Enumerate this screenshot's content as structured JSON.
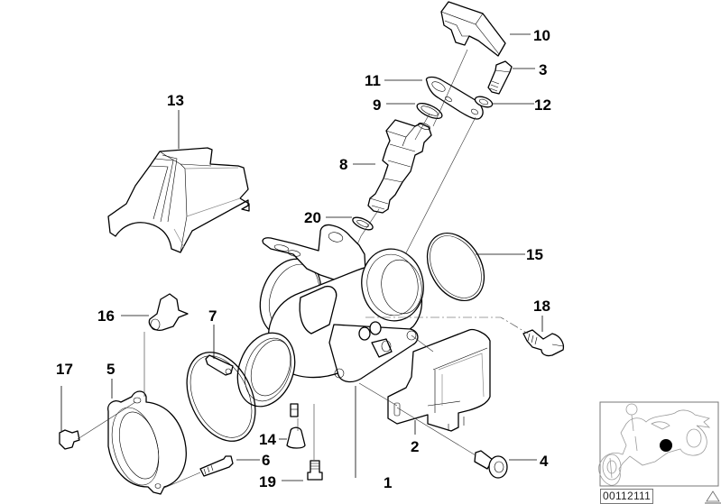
{
  "diagram": {
    "title": "Throttle body / intake parts diagram",
    "image_code": "00112111",
    "callouts": [
      {
        "id": "1",
        "part": "throttle-housing"
      },
      {
        "id": "2",
        "part": "throttle-position-sensor"
      },
      {
        "id": "3",
        "part": "screw"
      },
      {
        "id": "4",
        "part": "collar-screw"
      },
      {
        "id": "5",
        "part": "intake-rubber-connector"
      },
      {
        "id": "6",
        "part": "cylinder-head-screw"
      },
      {
        "id": "7",
        "part": "hose-clamp"
      },
      {
        "id": "8",
        "part": "injection-valve"
      },
      {
        "id": "9",
        "part": "o-ring"
      },
      {
        "id": "10",
        "part": "injector-cap"
      },
      {
        "id": "11",
        "part": "holder-plate"
      },
      {
        "id": "12",
        "part": "washer"
      },
      {
        "id": "13",
        "part": "cover"
      },
      {
        "id": "14",
        "part": "protective-cap"
      },
      {
        "id": "15",
        "part": "o-ring-large"
      },
      {
        "id": "16",
        "part": "hose-connector"
      },
      {
        "id": "17",
        "part": "plug"
      },
      {
        "id": "18",
        "part": "idle-adjusting-screw"
      },
      {
        "id": "19",
        "part": "hex-bolt"
      },
      {
        "id": "20",
        "part": "o-ring-small"
      }
    ],
    "labels": {
      "l1": "1",
      "l2": "2",
      "l3": "3",
      "l4": "4",
      "l5": "5",
      "l6": "6",
      "l7": "7",
      "l8": "8",
      "l9": "9",
      "l10": "10",
      "l11": "11",
      "l12": "12",
      "l13": "13",
      "l14": "14",
      "l15": "15",
      "l16": "16",
      "l17": "17",
      "l18": "18",
      "l19": "19",
      "l20": "20"
    },
    "inset": {
      "icon": "motorcycle-location-icon",
      "marker_color": "#000000"
    },
    "warning_icon": "warning-triangle-icon"
  }
}
